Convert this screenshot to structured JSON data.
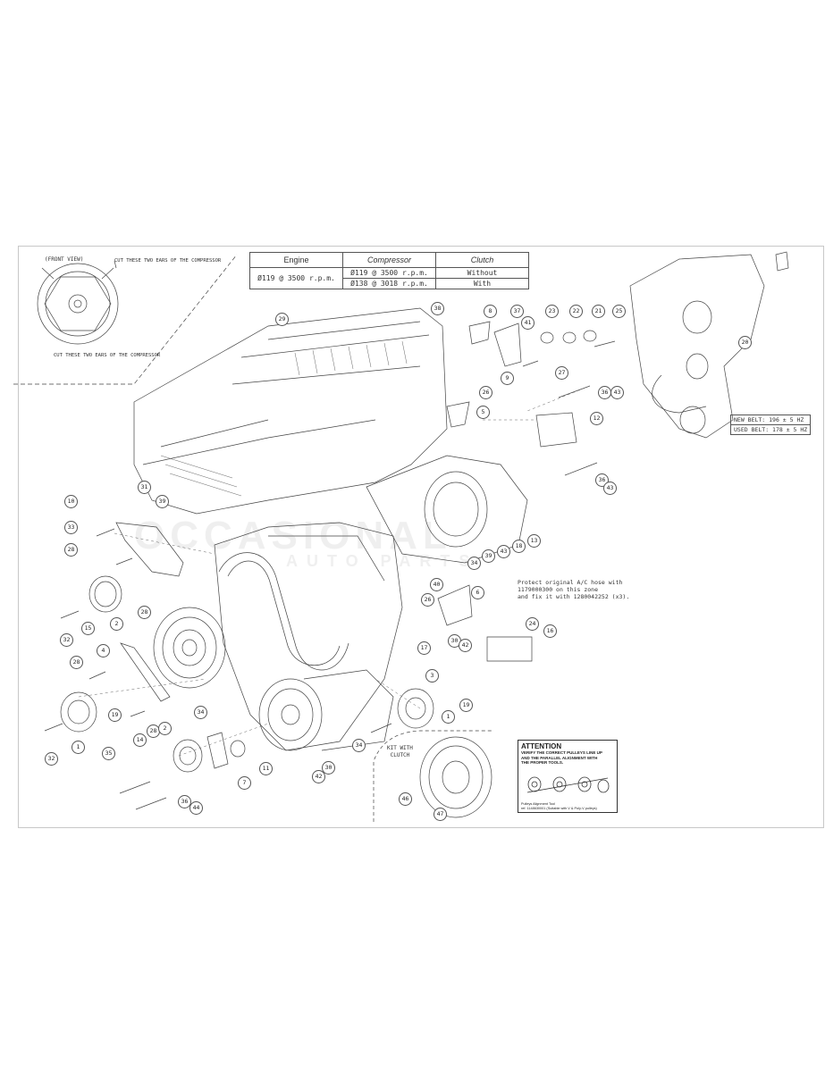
{
  "front_view": {
    "title": "(FRONT VIEW)",
    "note_top": "CUT THESE TWO EARS OF THE COMPRESSOR",
    "note_bottom": "CUT THESE TWO EARS OF THE COMPRESSOR"
  },
  "spec_table": {
    "headers": [
      "Engine",
      "Compressor",
      "Clutch"
    ],
    "engine": "Ø119 @ 3500 r.p.m.",
    "rows": [
      {
        "compressor": "Ø119 @ 3500 r.p.m.",
        "clutch": "Without"
      },
      {
        "compressor": "Ø138 @ 3018 r.p.m.",
        "clutch": "With"
      }
    ]
  },
  "belt": {
    "new": "NEW BELT: 196 ± 5 HZ",
    "used": "USED BELT: 178 ± 5 HZ"
  },
  "note": {
    "line1": "Protect original A/C hose with",
    "line2": "1179000300 on this zone",
    "line3": "and fix it with 1280042252 (x3)."
  },
  "kit": {
    "line1": "KIT WITH",
    "line2": "CLUTCH"
  },
  "attention": {
    "title": "ATTENTION",
    "line1": "VERIFY THE CORRECT PULLEYS LINE UP",
    "line2": "AND THE PARALLEL ALIGNMENT WITH",
    "line3": "THE PROPER TOOLS.",
    "footer1": "Pulleys Alignment Tool",
    "footer2": "ref. 1148630001 (Suitable with V & Poly-V pulleys)"
  },
  "watermark": {
    "line1": "OCCASIONAL",
    "line2": "AUTO PARTS"
  },
  "callouts": [
    {
      "n": "29"
    },
    {
      "n": "38"
    },
    {
      "n": "8"
    },
    {
      "n": "37"
    },
    {
      "n": "41"
    },
    {
      "n": "23"
    },
    {
      "n": "22"
    },
    {
      "n": "21"
    },
    {
      "n": "25"
    },
    {
      "n": "20"
    },
    {
      "n": "27"
    },
    {
      "n": "9"
    },
    {
      "n": "26"
    },
    {
      "n": "5"
    },
    {
      "n": "36"
    },
    {
      "n": "43"
    },
    {
      "n": "12"
    },
    {
      "n": "36"
    },
    {
      "n": "43"
    },
    {
      "n": "31"
    },
    {
      "n": "39"
    },
    {
      "n": "10"
    },
    {
      "n": "33"
    },
    {
      "n": "28"
    },
    {
      "n": "28"
    },
    {
      "n": "34"
    },
    {
      "n": "39"
    },
    {
      "n": "43"
    },
    {
      "n": "18"
    },
    {
      "n": "13"
    },
    {
      "n": "40"
    },
    {
      "n": "26"
    },
    {
      "n": "6"
    },
    {
      "n": "2"
    },
    {
      "n": "15"
    },
    {
      "n": "32"
    },
    {
      "n": "24"
    },
    {
      "n": "16"
    },
    {
      "n": "17"
    },
    {
      "n": "30"
    },
    {
      "n": "42"
    },
    {
      "n": "4"
    },
    {
      "n": "28"
    },
    {
      "n": "3"
    },
    {
      "n": "19"
    },
    {
      "n": "19"
    },
    {
      "n": "1"
    },
    {
      "n": "34"
    },
    {
      "n": "28"
    },
    {
      "n": "2"
    },
    {
      "n": "14"
    },
    {
      "n": "11"
    },
    {
      "n": "34"
    },
    {
      "n": "32"
    },
    {
      "n": "1"
    },
    {
      "n": "30"
    },
    {
      "n": "42"
    },
    {
      "n": "35"
    },
    {
      "n": "7"
    },
    {
      "n": "36"
    },
    {
      "n": "44"
    },
    {
      "n": "46"
    },
    {
      "n": "47"
    }
  ]
}
